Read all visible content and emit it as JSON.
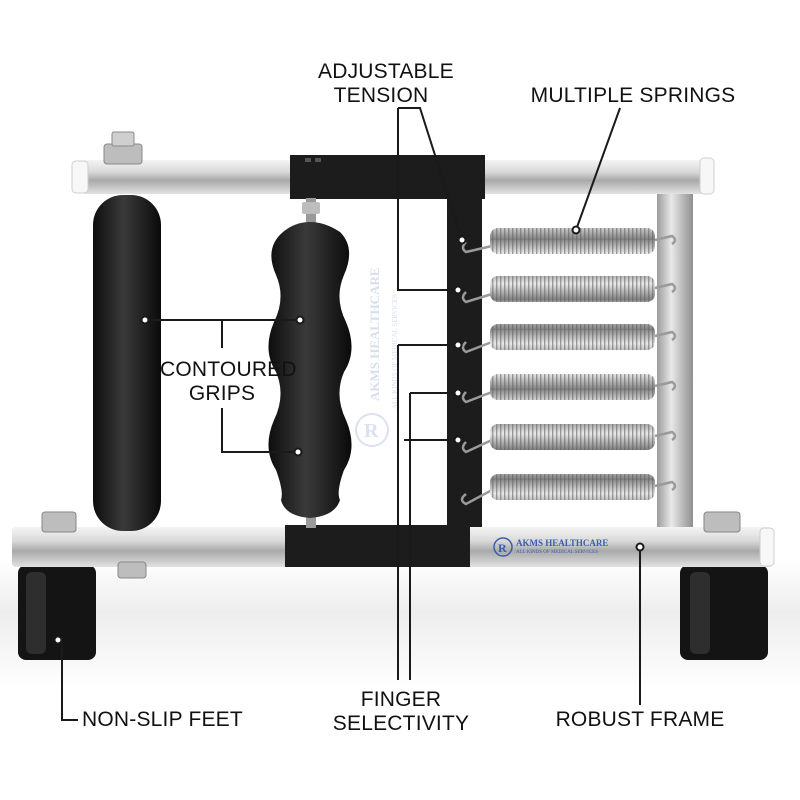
{
  "callouts": {
    "adjustable_tension": [
      "ADJUSTABLE",
      "TENSION"
    ],
    "multiple_springs": "MULTIPLE SPRINGS",
    "contoured_grips": [
      "CONTOURED",
      "GRIPS"
    ],
    "non_slip_feet": "NON-SLIP FEET",
    "finger_selectivity": [
      "FINGER",
      "SELECTIVITY"
    ],
    "robust_frame": "ROBUST FRAME"
  },
  "branding": {
    "name": "AKMS HEALTHCARE",
    "tagline": "ALL KINDS OF MEDICAL SERVICES"
  },
  "colors": {
    "text": "#111111",
    "frame_black": "#1c1c1c",
    "steel_light": "#eeeeee",
    "steel_dark": "#8a8a8a",
    "brand_blue": "#3a5db0"
  }
}
